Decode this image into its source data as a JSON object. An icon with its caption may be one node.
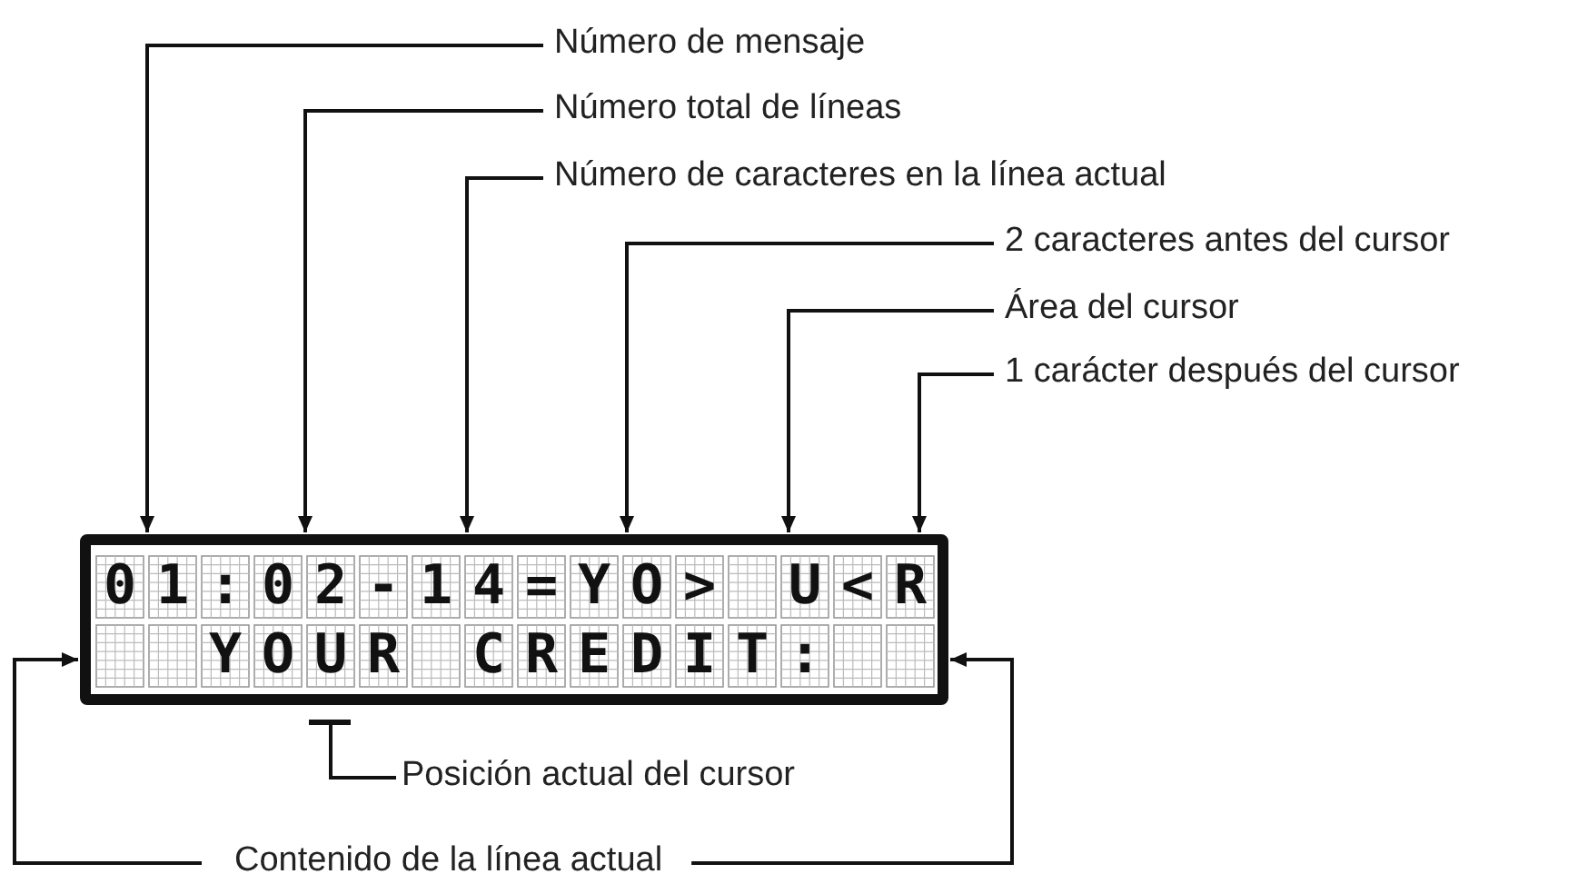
{
  "diagram": {
    "nodes": [
      {
        "text": [
          "Número de mensaje"
        ]
      },
      {
        "text": [
          "Número total de líneas"
        ]
      },
      {
        "text": [
          "Número de caracteres en la línea actual"
        ]
      },
      {
        "text": [
          "2 caracteres antes del cursor"
        ]
      },
      {
        "text": [
          "Área del cursor"
        ]
      },
      {
        "text": [
          "1 carácter después del cursor"
        ]
      },
      {
        "text": [
          "01:02-14=YO> U<R",
          "YOUR CREDIT:"
        ]
      },
      {
        "text": [],
        "shape": "bar"
      },
      {
        "text": [
          "Posición actual del cursor"
        ]
      },
      {
        "text": [
          "Contenido de la línea actual"
        ]
      }
    ],
    "edges": [
      {
        "from": 0,
        "to": 6,
        "arrow": "to"
      },
      {
        "from": 1,
        "to": 6,
        "arrow": "to"
      },
      {
        "from": 2,
        "to": 6,
        "arrow": "to"
      },
      {
        "from": 3,
        "to": 6,
        "arrow": "to"
      },
      {
        "from": 4,
        "to": 6,
        "arrow": "to"
      },
      {
        "from": 5,
        "to": 6,
        "arrow": "to"
      },
      {
        "from": 8,
        "to": 7,
        "arrow": "none"
      },
      {
        "from": 9,
        "to": 6,
        "arrow": "to"
      },
      {
        "from": 9,
        "to": 6,
        "arrow": "to"
      }
    ]
  }
}
